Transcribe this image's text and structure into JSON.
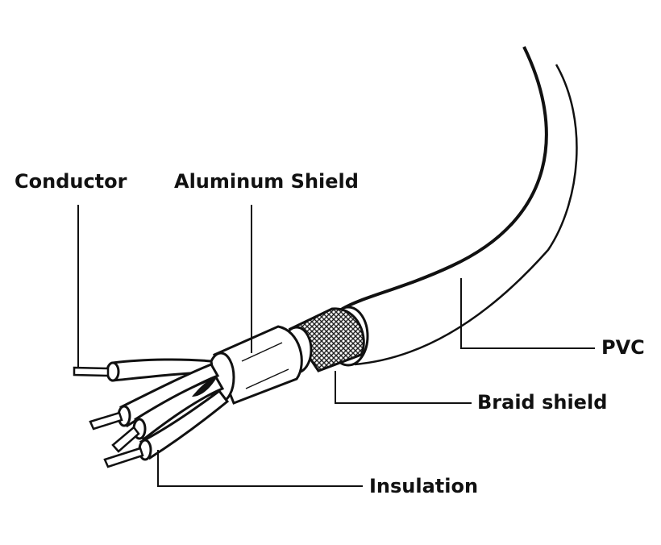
{
  "labels": {
    "conductor": "Conductor",
    "aluminum_shield": "Aluminum Shield",
    "pvc": "PVC",
    "braid_shield": "Braid shield",
    "insulation": "Insulation"
  },
  "colors": {
    "ink": "#111111",
    "fill": "#ffffff",
    "braid": "#555555"
  }
}
